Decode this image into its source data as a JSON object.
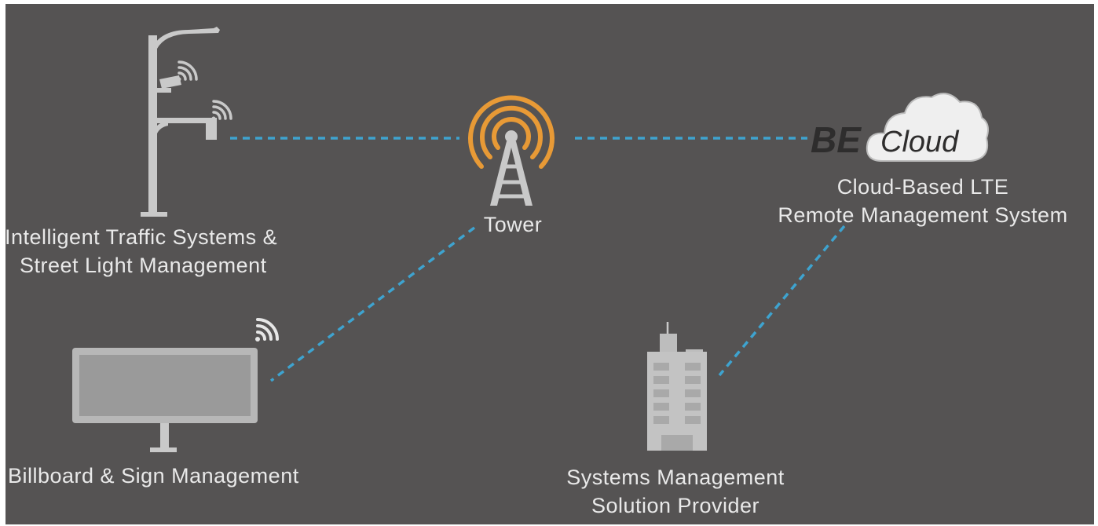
{
  "nodes": {
    "street_light": {
      "line1": "Intelligent Traffic Systems &",
      "line2": "Street Light Management"
    },
    "tower": {
      "label": "Tower"
    },
    "cloud": {
      "logo_prefix": "BE",
      "logo_suffix": "Cloud",
      "line1": "Cloud-Based LTE",
      "line2": "Remote Management System"
    },
    "billboard": {
      "label": "Billboard & Sign Management"
    },
    "provider": {
      "line1": "Systems Management",
      "line2": "Solution Provider"
    }
  },
  "colors": {
    "background": "#555353",
    "icon": "#c9c9c9",
    "link": "#3ea3cf",
    "tower_signal": "#e89a36",
    "text": "#e9e9e9"
  },
  "icons": [
    "street-light-icon",
    "camera-icon",
    "wifi-icon",
    "tower-icon",
    "cloud-icon",
    "billboard-icon",
    "building-icon"
  ]
}
